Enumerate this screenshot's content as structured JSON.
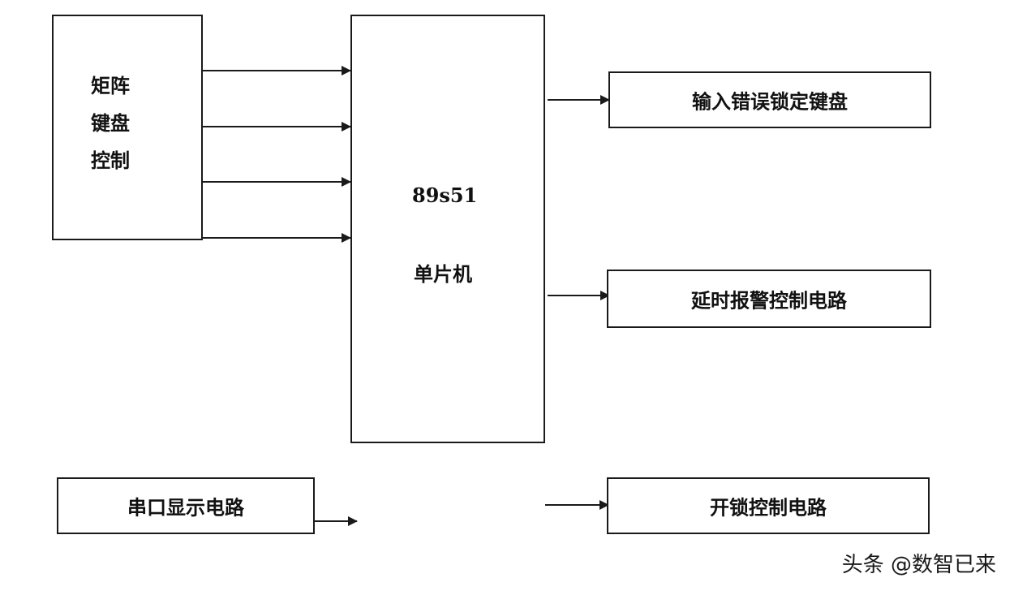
{
  "diagram": {
    "keyboard_block": {
      "lines": [
        "矩阵",
        "键盘",
        "控制"
      ]
    },
    "mcu_block": {
      "model": "89s51",
      "name": "单片机"
    },
    "error_lock_block": {
      "label": "输入错误锁定键盘"
    },
    "alarm_block": {
      "label": "延时报警控制电路"
    },
    "serial_display_block": {
      "label": "串口显示电路"
    },
    "unlock_block": {
      "label": "开锁控制电路"
    }
  },
  "watermark": {
    "text": "头条 @数智已来"
  },
  "colors": {
    "line": "#1a1a1a",
    "background": "#ffffff"
  }
}
